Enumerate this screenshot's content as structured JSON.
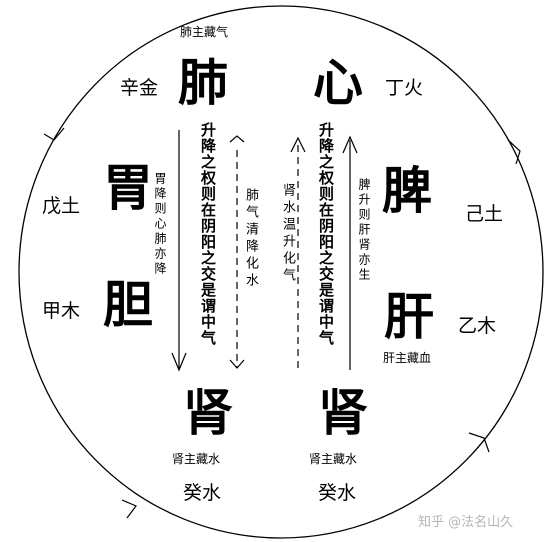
{
  "organs": {
    "fei": "肺",
    "xin": "心",
    "wei": "胃",
    "pi": "脾",
    "dan": "胆",
    "gan": "肝",
    "shen_left": "肾",
    "shen_right": "肾"
  },
  "elements": {
    "xin_jin": "辛金",
    "ding_huo": "丁火",
    "wu_tu": "戊土",
    "ji_tu": "己土",
    "jia_mu": "甲木",
    "yi_mu": "乙木",
    "gui_shui_left": "癸水",
    "gui_shui_right": "癸水"
  },
  "notes": {
    "fei_zhu_cang_qi": "肺主藏气",
    "gan_zhu_cang_xue": "肝主藏血",
    "shen_zhu_cang_shui_left": "肾主藏水",
    "shen_zhu_cang_shui_right": "肾主藏水"
  },
  "vertical": {
    "left_axis": "升降之权则在阴阳之交是谓中气",
    "right_axis": "升降之权则在阴阳之交是谓中气",
    "wei_note": "胃降则心肺亦降",
    "fei_qi": "肺气清降化水",
    "shen_shui": "肾水温升化气",
    "pi_note": "脾升则肝肾亦生"
  },
  "watermark": "知乎 @法名山久"
}
